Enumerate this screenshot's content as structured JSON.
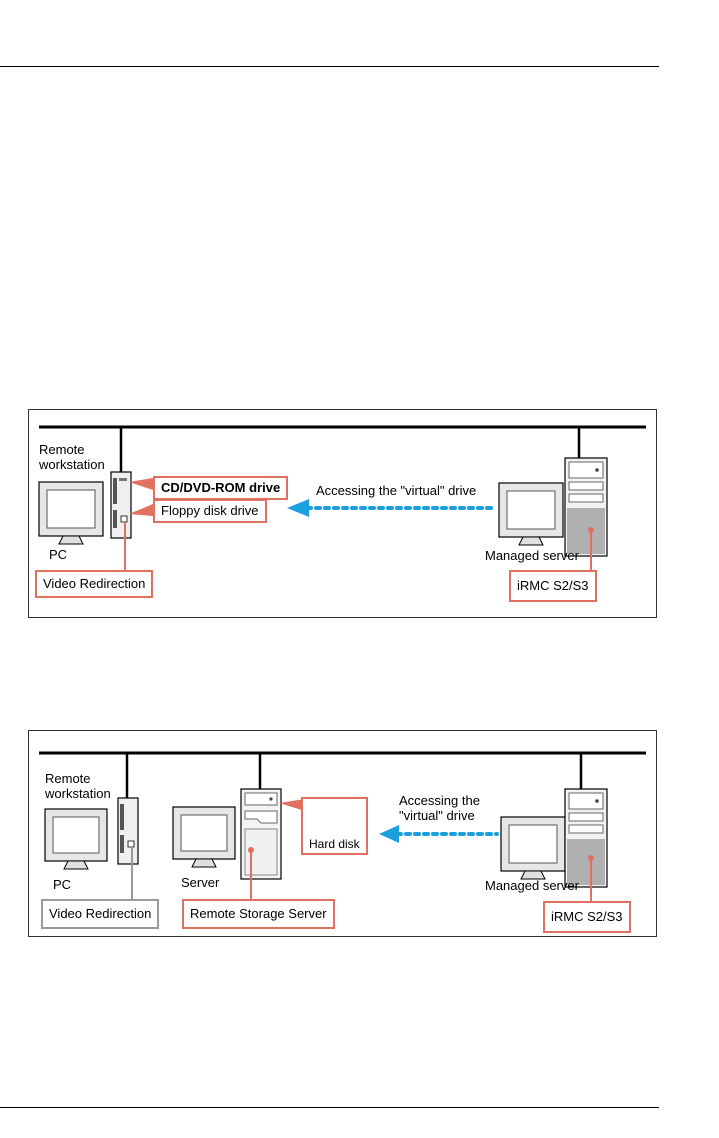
{
  "figure1": {
    "remote_workstation": "Remote\nworkstation",
    "pc": "PC",
    "cd_drive": "CD/DVD-ROM drive",
    "floppy_drive": "Floppy disk drive",
    "accessing": "Accessing the \"virtual\" drive",
    "managed_server": "Managed server",
    "video_redirection": "Video Redirection",
    "irmc": "iRMC S2/S3"
  },
  "figure2": {
    "remote_workstation": "Remote\nworkstation",
    "pc": "PC",
    "server": "Server",
    "hard_disk": "Hard disk",
    "accessing": "Accessing the\n\"virtual\" drive",
    "managed_server": "Managed server",
    "video_redirection": "Video Redirection",
    "remote_storage_server": "Remote Storage Server",
    "irmc": "iRMC S2/S3"
  },
  "colors": {
    "callout_border": "#e0705f",
    "arrow": "#1aa0dc",
    "callout_gray": "#9a9a9a"
  }
}
